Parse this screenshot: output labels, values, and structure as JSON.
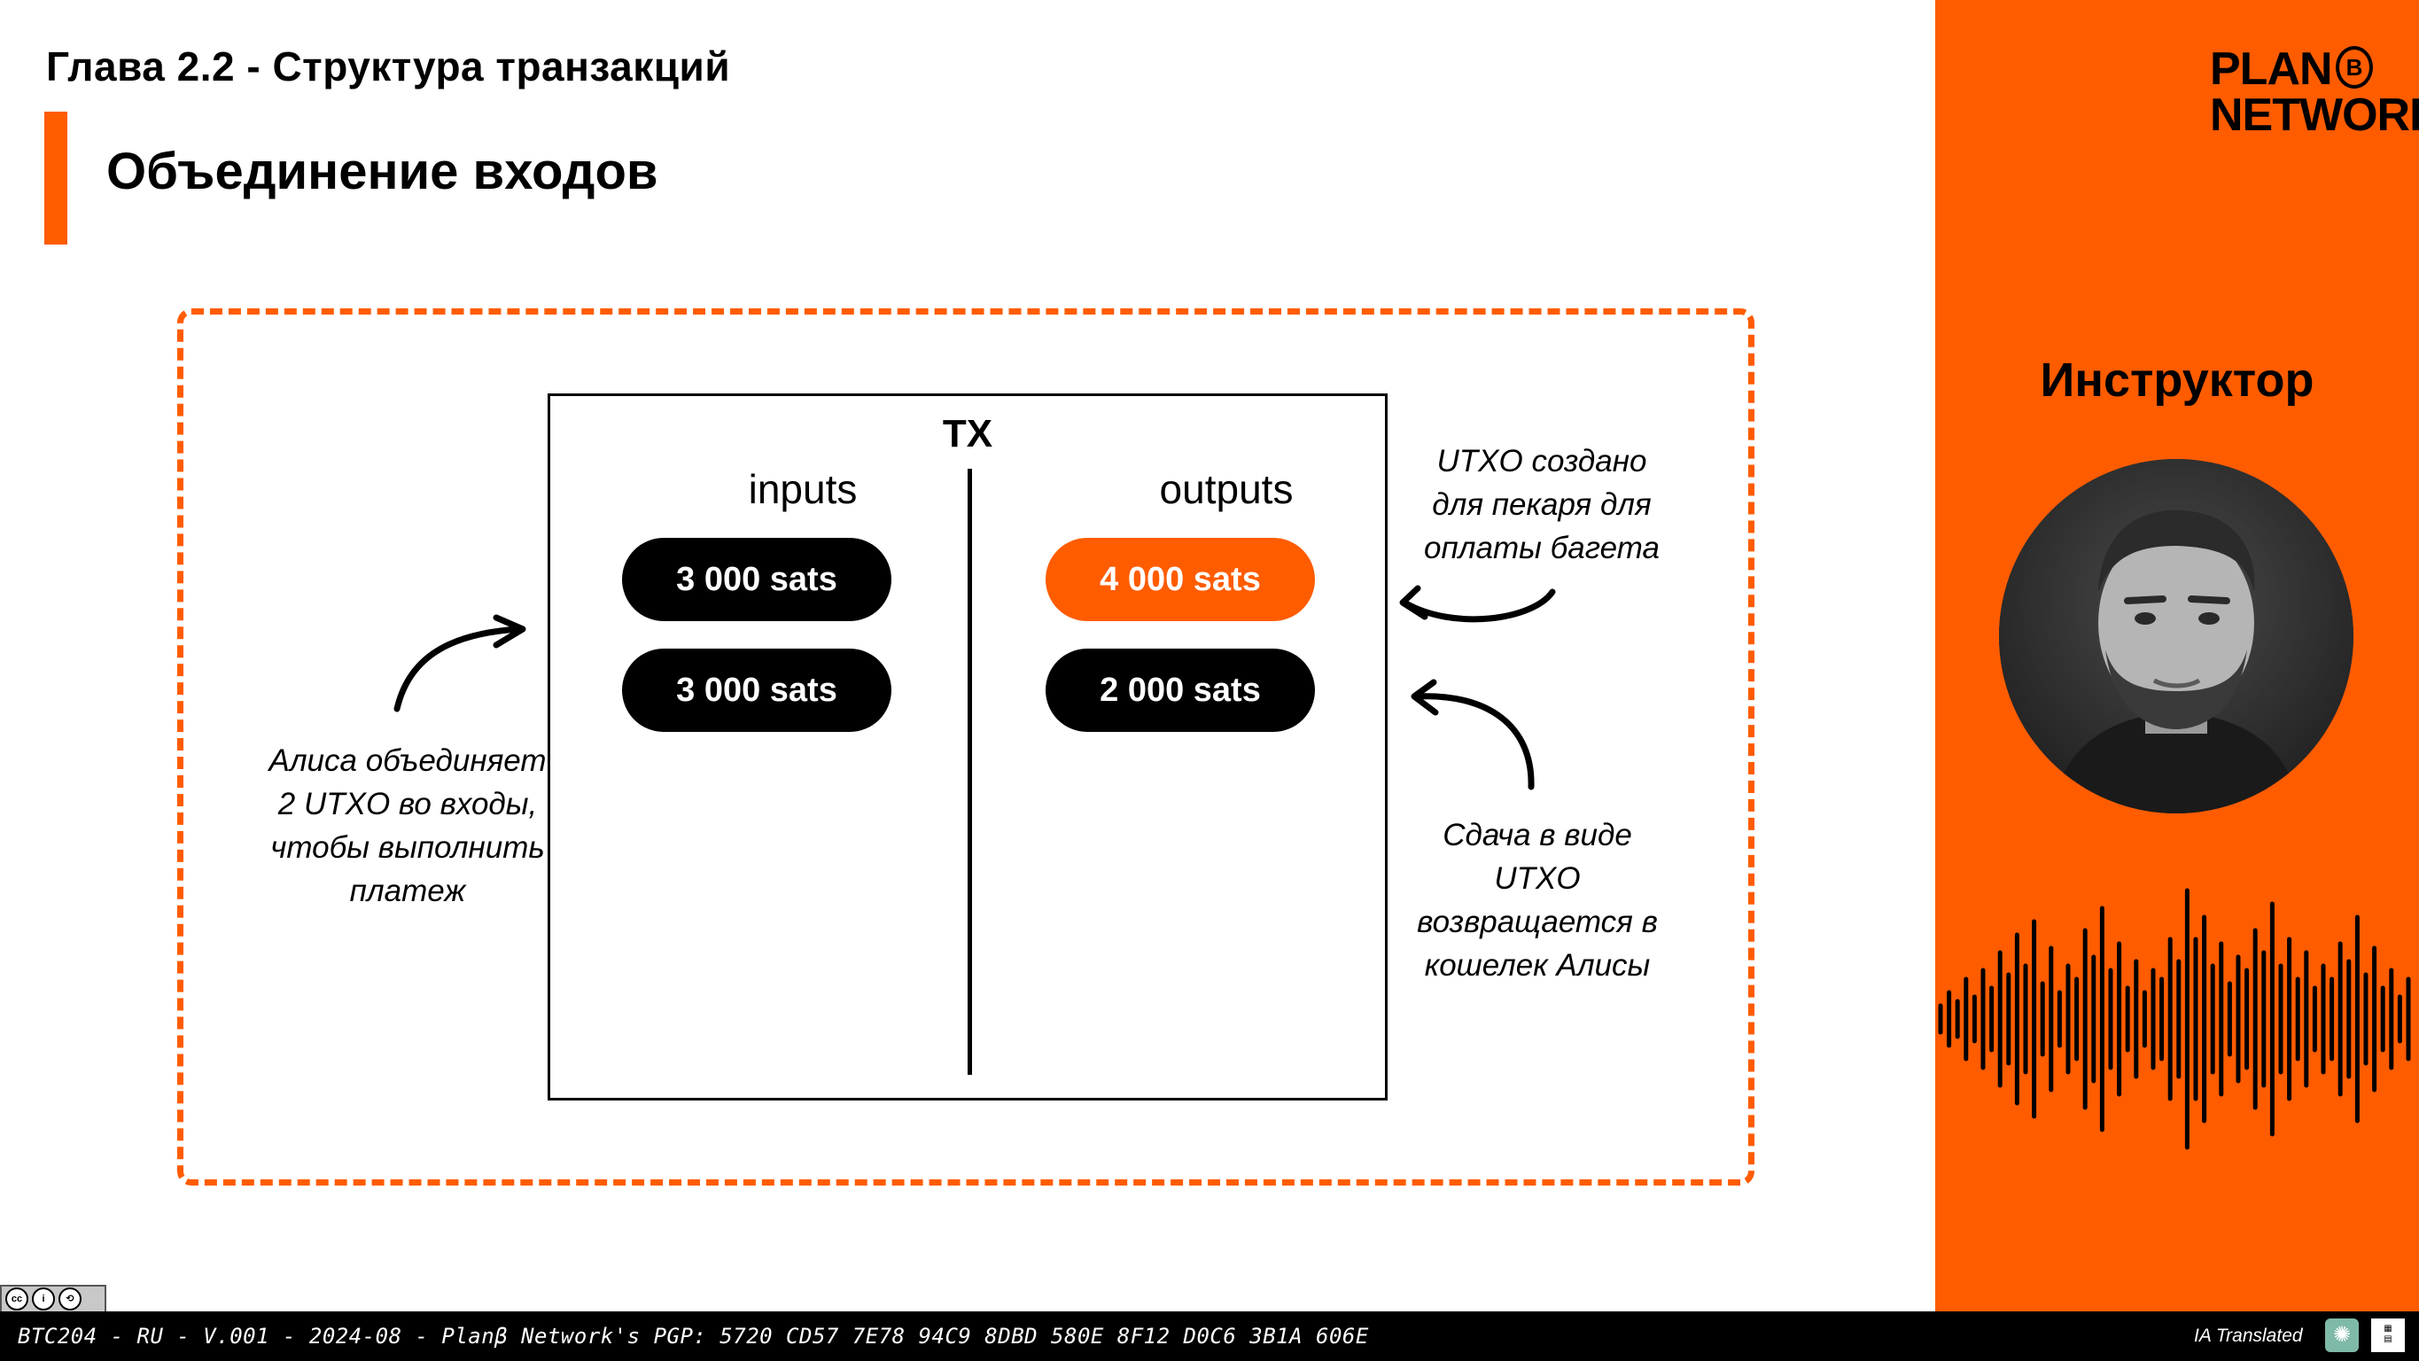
{
  "header": {
    "chapter": "Глава 2.2 - Структура транзакций",
    "section_title": "Объединение входов"
  },
  "diagram": {
    "tx_label": "TX",
    "inputs_label": "inputs",
    "outputs_label": "outputs",
    "inputs": [
      "3 000 sats",
      "3 000 sats"
    ],
    "outputs": [
      "4 000 sats",
      "2 000 sats"
    ],
    "note_left": "Алиса объединяет 2 UTXO во входы, чтобы выполнить платеж",
    "note_top_right": "UTXO создано для пекаря для оплаты багета",
    "note_bottom_right": "Сдача в виде UTXO возвращается в кошелек Алисы",
    "colors": {
      "accent": "#ff5c00",
      "pill": "#000000"
    }
  },
  "side": {
    "logo_line1": "PLAN",
    "logo_b": "B",
    "logo_line2": "NETWORK",
    "instructor_label": "Инструктор"
  },
  "footer": {
    "meta": "BTC204 - RU - V.001 - 2024-08 - Planβ Network's PGP: 5720 CD57 7E78 94C9 8DBD 580E 8F12 D0C6 3B1A 606E",
    "ia_label": "IA Translated"
  }
}
